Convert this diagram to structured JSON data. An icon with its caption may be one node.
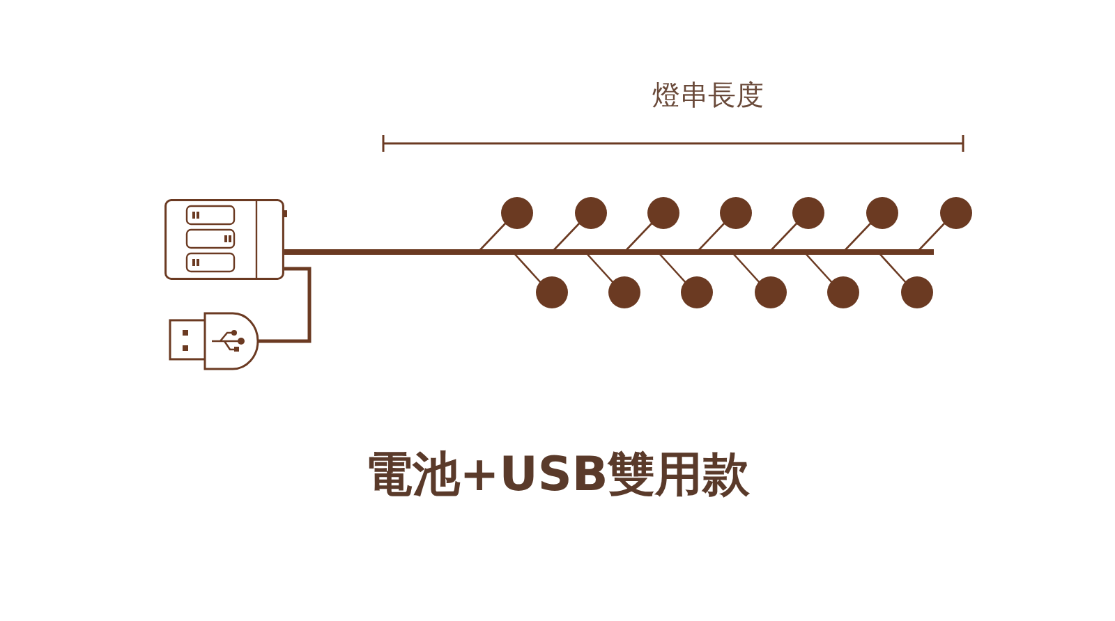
{
  "diagram": {
    "caption": "電池+USB雙用款",
    "nodes": [
      {
        "text": [],
        "shape": "picture"
      },
      {
        "text": [],
        "shape": "picture"
      }
    ],
    "edges": [
      {
        "from": 0,
        "to": 1,
        "arrow": "none"
      }
    ],
    "labels": [
      "燈串長度"
    ]
  }
}
